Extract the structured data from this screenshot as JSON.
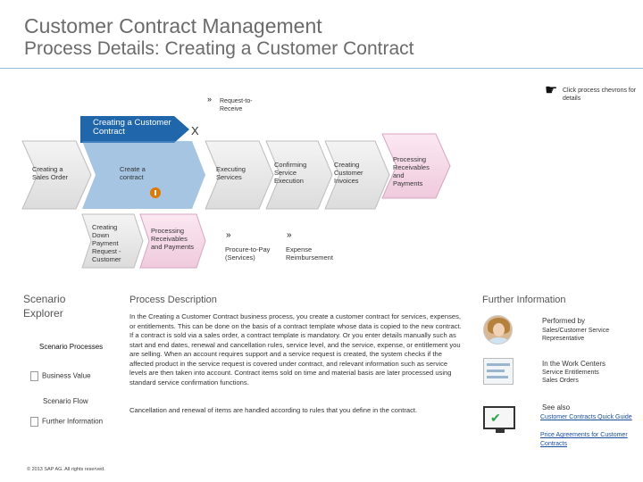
{
  "header": {
    "title": "Customer Contract Management",
    "subtitle": "Process Details: Creating a Customer Contract"
  },
  "click_hint": "Click process chevrons for details",
  "flow": {
    "parent": "Request-to-Receive",
    "active": "Creating a Customer Contract",
    "close": "X",
    "before": "Creating a Sales Order",
    "active_step": "Create a contract",
    "after": [
      "Executing Services",
      "Confirming Service Execution",
      "Creating Customer Invoices",
      "Processing Receivables and Payments"
    ],
    "sub_steps": [
      "Creating Down Payment Request - Customer",
      "Processing Receivables and Payments"
    ],
    "related": [
      "Procure-to-Pay (Services)",
      "Expense Reimbursement"
    ]
  },
  "explorer": {
    "title": "Scenario Explorer",
    "items": [
      "Scenario Processes",
      "Business Value",
      "Scenario Flow",
      "Further Information"
    ],
    "active_item": "Scenario Processes"
  },
  "copyright": "© 2013 SAP AG. All rights reserved.",
  "process_description": {
    "title": "Process Description",
    "paragraph1": "In the Creating a Customer Contract business process, you create a customer contract for services, expenses, or entitlements. This can be done on the basis of a contract template whose data is copied to the new contract. If a contract is sold via a sales order, a contract template is mandatory. Or you enter details manually such as start and end dates, renewal and cancellation rules, service level, and the service, expense, or entitlement you are selling. When an account requires support and a service request is created, the system checks if the affected product in the service request is covered under contract, and relevant information such as service levels are then taken into account. Contract items sold on time and material basis are later processed using standard service confirmation functions.",
    "paragraph2": "Cancellation and renewal of items are handled according to rules that you define in the contract."
  },
  "further_info": {
    "title": "Further Information",
    "performed_by_label": "Performed by",
    "performed_by_value": "Sales/Customer Service Representative",
    "work_centers_label": "In the Work Centers",
    "work_centers": [
      "Service Entitlements",
      "Sales Orders"
    ],
    "see_also_label": "See also",
    "links": [
      "Customer Contracts Quick Guide",
      "Price Agreements for Customer Contracts"
    ]
  },
  "colors": {
    "active_blue": "#1f66aa",
    "active_light": "#5b96cc",
    "chevron_gray": "#e4e4e4",
    "chevron_border": "#bdbdbd",
    "pink": "#f3d3e4",
    "pink_border": "#d7a5c2",
    "green_dark": "#123f12",
    "link": "#1a4fa0"
  },
  "icons": {
    "hand": "pointer-hand-icon",
    "double_arrow": "double-chevron-icon",
    "info": "info-icon"
  }
}
